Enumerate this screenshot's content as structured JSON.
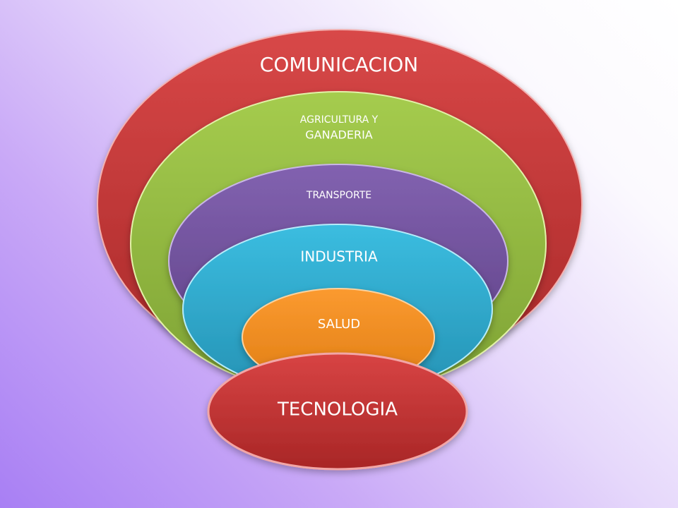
{
  "diagram": {
    "title": "",
    "layers": [
      {
        "label": "COMUNICACION",
        "color": "#d03c3c"
      },
      {
        "label_line1": "AGRICULTURA Y",
        "label_line2": "GANADERIA",
        "color": "#9bc244"
      },
      {
        "label": "TRANSPORTE",
        "color": "#7b59a7"
      },
      {
        "label": "INDUSTRIA",
        "color": "#33b3d6"
      },
      {
        "label": "SALUD",
        "color": "#f89226"
      },
      {
        "label": "TECNOLOGIA",
        "color": "#c83030"
      }
    ]
  }
}
